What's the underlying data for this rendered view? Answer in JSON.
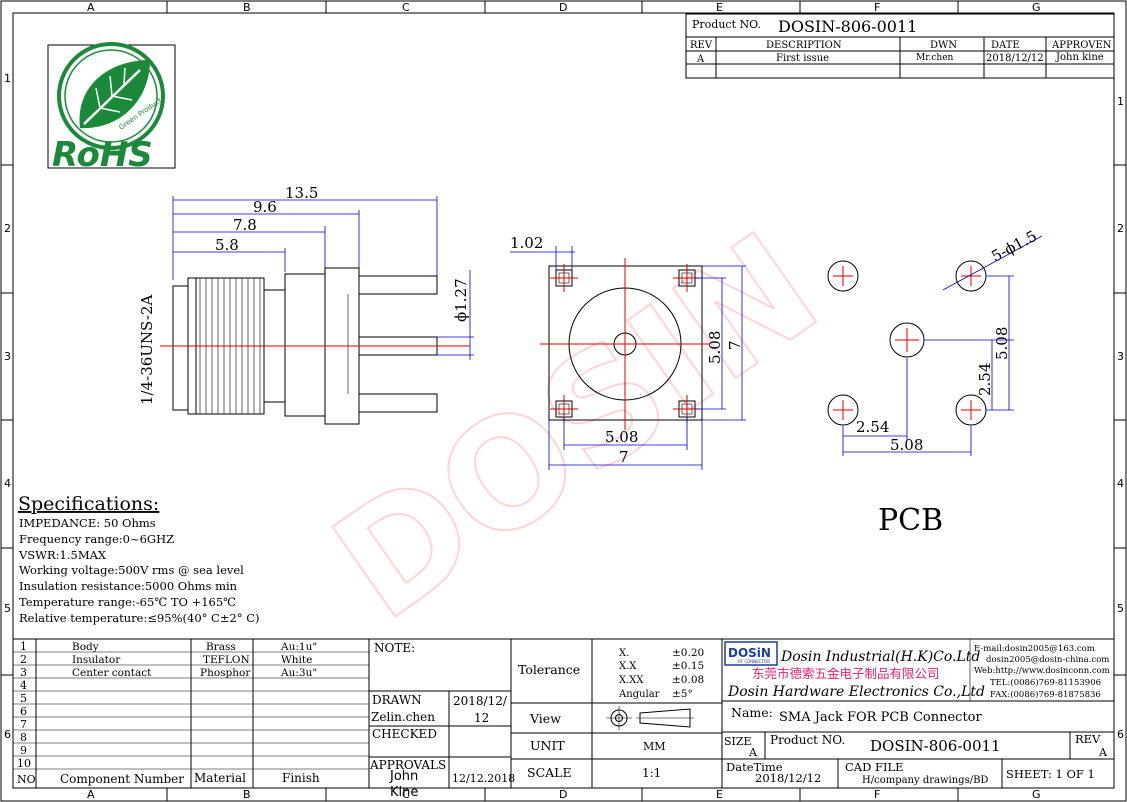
{
  "grid": {
    "columns": [
      "A",
      "B",
      "C",
      "D",
      "E",
      "F",
      "G"
    ],
    "rows": [
      "1",
      "2",
      "3",
      "4",
      "5",
      "6"
    ]
  },
  "title_block_top": {
    "product_no_label": "Product NO.",
    "product_no": "DOSIN-806-0011",
    "headers": [
      "REV",
      "DESCRIPTION",
      "DWN",
      "DATE",
      "APPROVEN"
    ],
    "row": [
      "A",
      "First issue",
      "Mr.chen",
      "2018/12/12",
      "John kine"
    ]
  },
  "logo": {
    "text": "RoHS",
    "sub": "Green Product"
  },
  "watermark": "DOSIN",
  "dimensions": {
    "side": {
      "d1": "13.5",
      "d2": "9.6",
      "d3": "7.8",
      "d4": "5.8",
      "pin": "ϕ1.27",
      "thread": "1/4-36UNS-2A"
    },
    "front": {
      "d1": "1.02",
      "d2": "5.08",
      "d3": "7",
      "d4": "5.08",
      "d5": "7"
    },
    "pcb": {
      "holes": "5-ϕ1.5",
      "v1": "5.08",
      "v2": "2.54",
      "h1": "2.54",
      "h2": "5.08",
      "label": "PCB"
    }
  },
  "specifications": {
    "title": "Specifications:",
    "lines": [
      "IMPEDANCE: 50 Ohms",
      "Frequency range:0~6GHZ",
      "VSWR:1.5MAX",
      "Working voltage:500V rms @ sea level",
      "Insulation resistance:5000 Ohms min",
      "Temperature range:-65℃ TO +165℃",
      "Relative temperature:≤95%(40° C±2° C)"
    ]
  },
  "bom": {
    "rows": [
      {
        "no": "1",
        "name": "Body",
        "material": "Brass",
        "finish": "Au:1u\""
      },
      {
        "no": "2",
        "name": "Insulator",
        "material": "TEFLON",
        "finish": "White"
      },
      {
        "no": "3",
        "name": "Center contact",
        "material": "Phosphor",
        "finish": "Au:3u\""
      },
      {
        "no": "4",
        "name": "",
        "material": "",
        "finish": ""
      },
      {
        "no": "5",
        "name": "",
        "material": "",
        "finish": ""
      },
      {
        "no": "6",
        "name": "",
        "material": "",
        "finish": ""
      },
      {
        "no": "7",
        "name": "",
        "material": "",
        "finish": ""
      },
      {
        "no": "8",
        "name": "",
        "material": "",
        "finish": ""
      },
      {
        "no": "9",
        "name": "",
        "material": "",
        "finish": ""
      },
      {
        "no": "10",
        "name": "",
        "material": "",
        "finish": ""
      }
    ],
    "header": {
      "no": "NO",
      "name": "Component Number",
      "material": "Material",
      "finish": "Finish"
    }
  },
  "notes": {
    "note_label": "NOTE:",
    "drawn_label": "DRAWN",
    "drawn_by": "Zelin.chen",
    "drawn_date_a": "2018/12/",
    "drawn_date_b": "12",
    "checked_label": "CHECKED",
    "approvals_label": "APPROVALS",
    "approvals_name_a": "John",
    "approvals_name_b": "Kine",
    "approvals_date": "12/12.2018"
  },
  "tolerance": {
    "label": "Tolerance",
    "rows": [
      {
        "k": "X.",
        "v": "±0.20"
      },
      {
        "k": "X.X",
        "v": "±0.15"
      },
      {
        "k": "X.XX",
        "v": "±0.08"
      },
      {
        "k": "Angular",
        "v": "±5°"
      }
    ],
    "view_label": "View",
    "unit_label": "UNIT",
    "unit_value": "MM",
    "scale_label": "SCALE",
    "scale_value": "1:1"
  },
  "company": {
    "badge": "DOSiN",
    "badge_sub": "RF CONNECTOR",
    "name_en": "Dosin Industrial(H.K)Co.Ltd",
    "name_cn": "东莞市德索五金电子制品有限公司",
    "name_en2": "Dosin Hardware Electronics Co.,Ltd",
    "email": "E-mail:dosin2005@163.com",
    "email2": "dosin2005@dosin-china.com",
    "web": "Web:http://www.dosinconn.com",
    "tel": "TEL:(0086)769-81153906",
    "fax": "FAX:(0086)769-81875836"
  },
  "title_block_bottom": {
    "name_label": "Name:",
    "name_value": "SMA Jack FOR PCB  Connector",
    "size_label": "SIZE",
    "size_value": "A",
    "product_no_label": "Product NO.",
    "product_no": "DOSIN-806-0011",
    "rev_label": "REV",
    "rev_value": "A",
    "date_label": "DateTime",
    "date_value": "2018/12/12",
    "cad_label": "CAD FILE",
    "cad_value": "H/company drawings/BD",
    "sheet": "SHEET: 1 OF 1"
  }
}
